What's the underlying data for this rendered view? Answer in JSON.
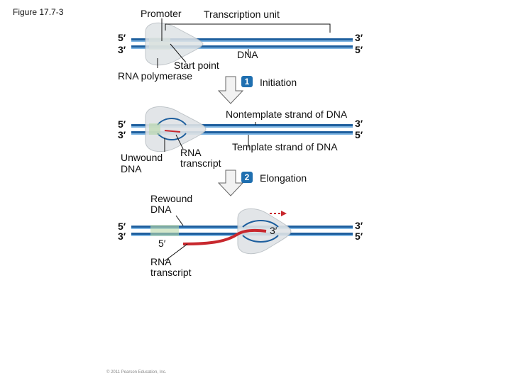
{
  "figure_label": "Figure 17.7-3",
  "colors": {
    "dna_dark": "#1e5f9e",
    "dna_light": "#7fb6e3",
    "rna": "#c8282e",
    "polymerase": "#dfe3e6",
    "arrow": "#f2f2f2"
  },
  "top_labels": {
    "promoter": "Promoter",
    "transcription_unit": "Transcription unit",
    "dna": "DNA",
    "start_point": "Start point",
    "rna_polymerase": "RNA polymerase"
  },
  "stage1": {
    "left_5": "5′",
    "left_3": "3′",
    "right_3": "3′",
    "right_5": "5′",
    "step_number": "1",
    "step_label": "Initiation"
  },
  "stage2": {
    "nontemplate": "Nontemplate strand of DNA",
    "template": "Template strand of DNA",
    "left_5": "5′",
    "left_3": "3′",
    "right_3": "3′",
    "right_5": "5′",
    "unwound_1": "Unwound",
    "unwound_2": "DNA",
    "rna_transcript_1": "RNA",
    "rna_transcript_2": "transcript",
    "step_number": "2",
    "step_label": "Elongation"
  },
  "stage3": {
    "rewound_1": "Rewound",
    "rewound_2": "DNA",
    "left_5": "5′",
    "left_3": "3′",
    "right_3": "3′",
    "right_5": "5′",
    "rna_5": "5′",
    "rna_3": "3′",
    "rna_transcript_1": "RNA",
    "rna_transcript_2": "transcript"
  },
  "copyright": "© 2011 Pearson Education, Inc."
}
